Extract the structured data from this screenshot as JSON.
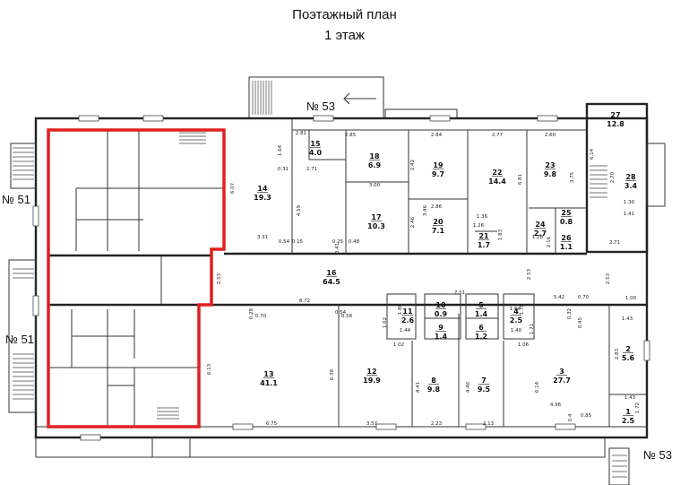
{
  "title_line1": "Поэтажный план",
  "title_line2": "1 этаж",
  "neighbor_labels": {
    "top": "№ 53",
    "left_upper": "№ 51",
    "left_lower": "№ 51",
    "bottom_right": "№ 53"
  },
  "highlight_color": "#e02020",
  "rooms": [
    {
      "num": "14",
      "area": "19.3"
    },
    {
      "num": "15",
      "area": "4.0"
    },
    {
      "num": "16",
      "area": "64.5"
    },
    {
      "num": "17",
      "area": "10.3"
    },
    {
      "num": "18",
      "area": "6.9"
    },
    {
      "num": "19",
      "area": "9.7"
    },
    {
      "num": "20",
      "area": "7.1"
    },
    {
      "num": "21",
      "area": "1.7"
    },
    {
      "num": "22",
      "area": "14.4"
    },
    {
      "num": "23",
      "area": "9.8"
    },
    {
      "num": "24",
      "area": "2.7"
    },
    {
      "num": "25",
      "area": "0.8"
    },
    {
      "num": "26",
      "area": "1.1"
    },
    {
      "num": "27",
      "area": "12.8"
    },
    {
      "num": "28",
      "area": "3.4"
    },
    {
      "num": "13",
      "area": "41.1"
    },
    {
      "num": "12",
      "area": "19.9"
    },
    {
      "num": "11",
      "area": "2.6"
    },
    {
      "num": "10",
      "area": "0.9"
    },
    {
      "num": "9",
      "area": "1.4"
    },
    {
      "num": "8",
      "area": "9.8"
    },
    {
      "num": "7",
      "area": "9.5"
    },
    {
      "num": "6",
      "area": "1.2"
    },
    {
      "num": "5",
      "area": "1.4"
    },
    {
      "num": "4",
      "area": "2.5"
    },
    {
      "num": "3",
      "area": "27.7"
    },
    {
      "num": "2",
      "area": "5.6"
    },
    {
      "num": "1",
      "area": "2.5"
    }
  ],
  "dimensions": [
    "2.81",
    "1.64",
    "0.31",
    "2.71",
    "2.85",
    "2.42",
    "2.84",
    "2.77",
    "2.60",
    "6.14",
    "3.00",
    "3.46",
    "2.86",
    "2.46",
    "1.36",
    "1.26",
    "1.83",
    "6.07",
    "3.31",
    "4.59",
    "0.54",
    "0.15",
    "0.25",
    "0.41",
    "0.48",
    "6.81",
    "3.75",
    "1.28",
    "2.16",
    "1.30",
    "1.41",
    "2.71",
    "2.70",
    "2.53",
    "2.53",
    "8.72",
    "7.51",
    "2.53",
    "5.42",
    "0.70",
    "1.00",
    "0.28",
    "0.70",
    "0.58",
    "0.54",
    "1.80",
    "1.44",
    "1.62",
    "1.02",
    "4.41",
    "2.23",
    "1.64",
    "1.40",
    "1.78",
    "1.71",
    "1.06",
    "2.13",
    "0.32",
    "0.45",
    "1.43",
    "2.83",
    "6.14",
    "4.96",
    "0.85",
    "1.43",
    "1.72",
    "6.75",
    "3.57",
    "6.13",
    "6.38",
    "4.46",
    "0.4"
  ]
}
